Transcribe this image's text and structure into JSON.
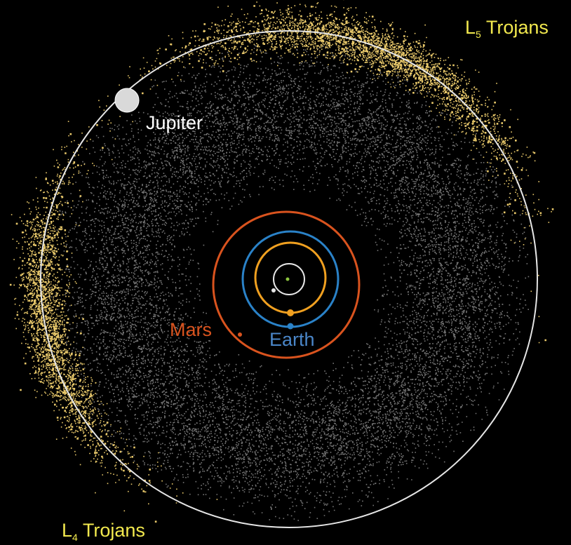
{
  "labels": {
    "l5": {
      "letter": "L",
      "subscript": "5",
      "word": "Trojans"
    },
    "l4": {
      "letter": "L",
      "subscript": "4",
      "word": "Trojans"
    },
    "jupiter": "Jupiter",
    "mars": "Mars",
    "earth": "Earth"
  },
  "colors": {
    "background": "#000000",
    "trojans": "#e8c86a",
    "trojan_label": "#f2e94e",
    "main_belt": "#8a8a8a",
    "jupiter_orbit": "#e6e6e6",
    "jupiter": "#d9d9d9",
    "mars": "#d9531e",
    "earth": "#2a82c8",
    "venus": "#f0a020",
    "mercury": "#e6e6e6",
    "sun": "#8dc63f",
    "jupiter_label": "#ffffff",
    "mars_label": "#d9531e",
    "earth_label": "#4a86c8"
  },
  "icons": {
    "sun": "sun-icon",
    "jupiter": "jupiter-icon",
    "mars": "mars-icon",
    "earth": "earth-icon",
    "venus": "venus-icon",
    "mercury": "mercury-icon"
  }
}
